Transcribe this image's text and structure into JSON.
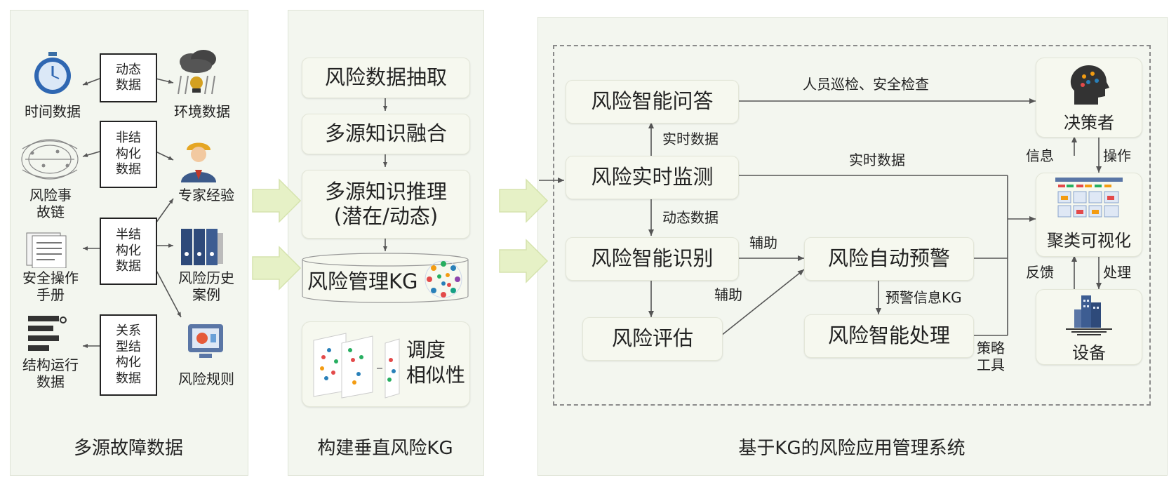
{
  "panels": {
    "left_title": "多源故障数据",
    "mid_title": "构建垂直风险KG",
    "right_title": "基于KG的风险应用管理系统"
  },
  "left": {
    "categories": {
      "dynamic": "动态\n数据",
      "unstructured": "非结\n构化\n数据",
      "semistructured": "半结\n构化\n数据",
      "relational": "关系\n型结\n构化\n数据"
    },
    "items": {
      "time": "时间数据",
      "environment": "环境数据",
      "accident_chain": "风险事\n故链",
      "expert": "专家经验",
      "manual": "安全操作\n手册",
      "history": "风险历史\n案例",
      "structure": "结构运行\n数据",
      "rules": "风险规则"
    }
  },
  "middle": {
    "steps": [
      "风险数据抽取",
      "多源知识融合",
      "多源知识推理\n(潜在/动态)"
    ],
    "kg": "风险管理KG",
    "similarity": "调度\n相似性"
  },
  "right": {
    "nodes": {
      "qa": "风险智能问答",
      "monitor": "风险实时监测",
      "identify": "风险智能识别",
      "assess": "风险评估",
      "warning": "风险自动预警",
      "handle": "风险智能处理",
      "decision_maker": "决策者",
      "visualization": "聚类可视化",
      "device": "设备"
    },
    "edges": {
      "patrol": "人员巡检、安全检查",
      "realtime_data_up": "实时数据",
      "realtime_data_right": "实时数据",
      "dynamic_data": "动态数据",
      "assist1": "辅助",
      "assist2": "辅助",
      "warning_kg": "预警信息KG",
      "strategy_tools": "策略\n工具",
      "info": "信息",
      "operate": "操作",
      "feedback": "反馈",
      "process": "处理"
    }
  },
  "colors": {
    "panel_bg": "#f3f6ef",
    "box_bg": "#f6f8ef",
    "arrow_fill": "#e6f1c6",
    "line": "#555555"
  }
}
